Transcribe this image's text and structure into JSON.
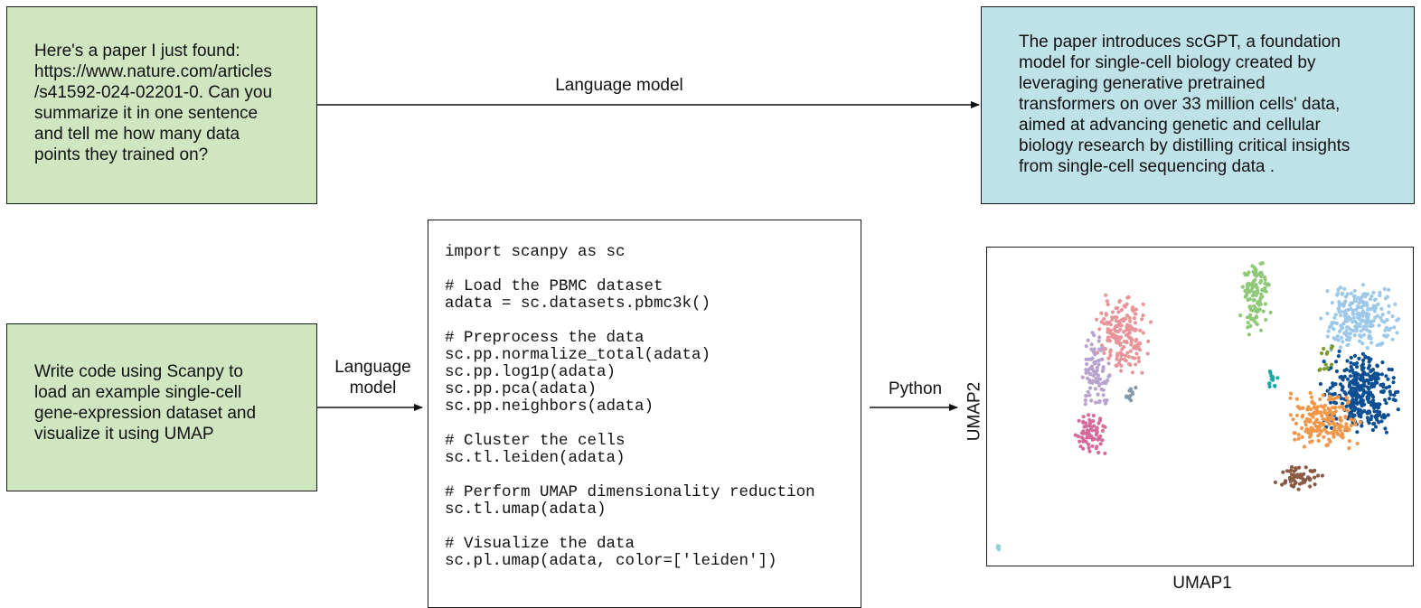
{
  "prompt1": "Here's a paper I just found:\nhttps://www.nature.com/articles\n/s41592-024-02201-0. Can you\nsummarize it in one sentence\nand tell me how many data\npoints they trained on?",
  "arrow1_label": "Language model",
  "response1": "The paper introduces scGPT, a foundation\nmodel for single-cell biology created by\nleveraging generative pretrained\ntransformers on over 33 million cells' data,\naimed at advancing genetic and cellular\nbiology research by distilling critical insights\nfrom single-cell sequencing data .",
  "prompt2": "Write code using Scanpy to\nload an example single-cell\ngene-expression dataset and\nvisualize it using UMAP",
  "arrow2_label": "Language\nmodel",
  "code": "import scanpy as sc\n\n# Load the PBMC dataset\nadata = sc.datasets.pbmc3k()\n\n# Preprocess the data\nsc.pp.normalize_total(adata)\nsc.pp.log1p(adata)\nsc.pp.pca(adata)\nsc.pp.neighbors(adata)\n\n# Cluster the cells\nsc.tl.leiden(adata)\n\n# Perform UMAP dimensionality reduction\nsc.tl.umap(adata)\n\n# Visualize the data\nsc.pl.umap(adata, color=['leiden'])",
  "arrow3_label": "Python",
  "chart_data": {
    "type": "scatter",
    "xlabel": "UMAP1",
    "ylabel": "UMAP2",
    "grid": false,
    "legend": "none",
    "clusters": [
      {
        "color": "#e8959a",
        "center": [
          4.0,
          7.6
        ],
        "spread": [
          0.65,
          1.05
        ],
        "n": 170
      },
      {
        "color": "#b8a3cf",
        "center": [
          3.2,
          6.3
        ],
        "spread": [
          0.35,
          1.1
        ],
        "n": 90
      },
      {
        "color": "#d56a9b",
        "center": [
          3.0,
          4.3
        ],
        "spread": [
          0.4,
          0.55
        ],
        "n": 70
      },
      {
        "color": "#8799a8",
        "center": [
          4.2,
          5.6
        ],
        "spread": [
          0.2,
          0.3
        ],
        "n": 14
      },
      {
        "color": "#8fc878",
        "center": [
          7.9,
          8.9
        ],
        "spread": [
          0.35,
          1.0
        ],
        "n": 110
      },
      {
        "color": "#1aa8a6",
        "center": [
          8.4,
          6.1
        ],
        "spread": [
          0.12,
          0.35
        ],
        "n": 14
      },
      {
        "color": "#9dc8e8",
        "center": [
          11.0,
          8.2
        ],
        "spread": [
          0.9,
          1.0
        ],
        "n": 230
      },
      {
        "color": "#0d4f93",
        "center": [
          11.0,
          5.7
        ],
        "spread": [
          0.9,
          1.1
        ],
        "n": 330
      },
      {
        "color": "#f0974a",
        "center": [
          9.9,
          4.8
        ],
        "spread": [
          0.9,
          0.8
        ],
        "n": 180
      },
      {
        "color": "#8a5a45",
        "center": [
          9.2,
          2.9
        ],
        "spread": [
          0.6,
          0.35
        ],
        "n": 60
      },
      {
        "color": "#7b9a2a",
        "center": [
          10.0,
          6.9
        ],
        "spread": [
          0.25,
          0.45
        ],
        "n": 12
      },
      {
        "color": "#8fd3d5",
        "center": [
          0.3,
          0.6
        ],
        "spread": [
          0.05,
          0.1
        ],
        "n": 4
      }
    ],
    "xlim": [
      0,
      12.5
    ],
    "ylim": [
      0,
      10.5
    ]
  }
}
